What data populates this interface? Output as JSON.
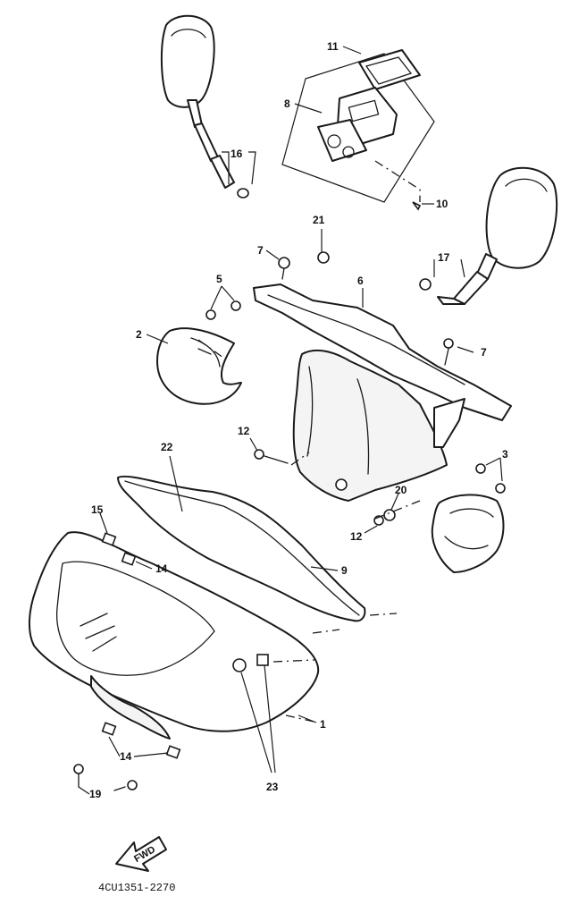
{
  "callouts": {
    "c1": "1",
    "c2": "2",
    "c3": "3",
    "c5": "5",
    "c6": "6",
    "c7a": "7",
    "c7b": "7",
    "c8": "8",
    "c9": "9",
    "c10": "10",
    "c11": "11",
    "c12a": "12",
    "c12b": "12",
    "c14a": "14",
    "c14b": "14",
    "c15": "15",
    "c16": "16",
    "c17": "17",
    "c19": "19",
    "c20": "20",
    "c21": "21",
    "c22": "22",
    "c23": "23"
  },
  "direction_arrow": {
    "label": "FWD"
  },
  "diagram_code": "4CU1351-2270"
}
